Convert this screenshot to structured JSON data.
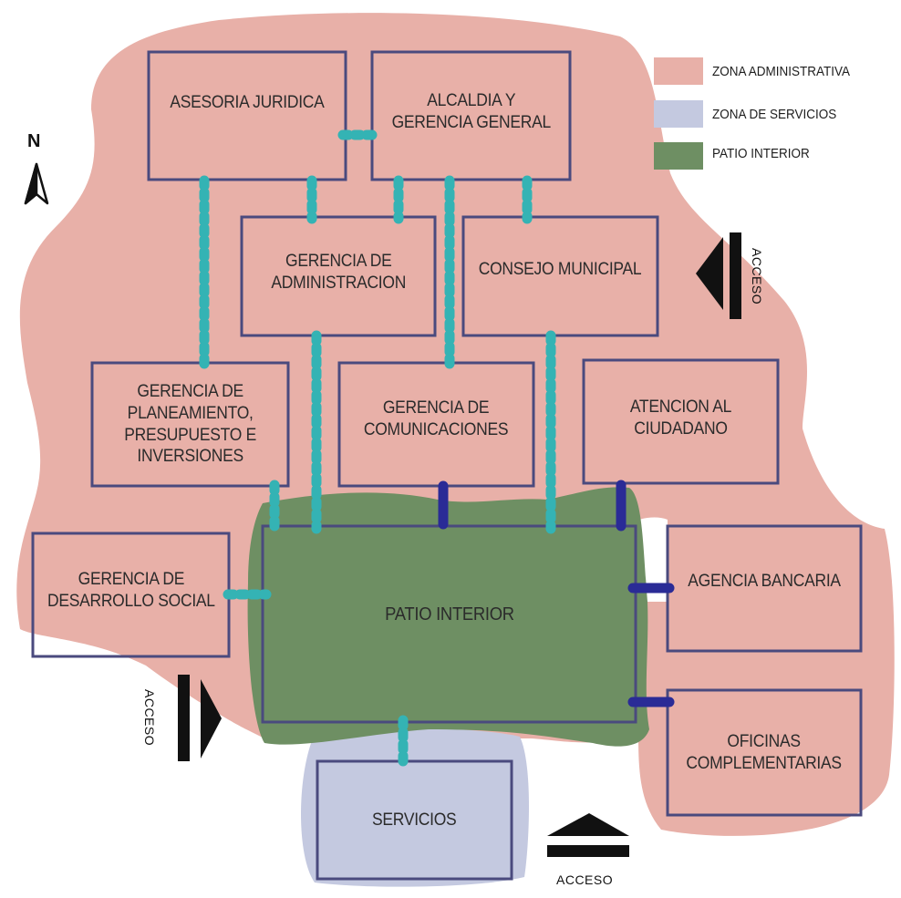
{
  "legend": [
    {
      "label": "ZONA ADMINISTRATIVA",
      "color": "#e8b0a8"
    },
    {
      "label": "ZONA DE SERVICIOS",
      "color": "#c4c9e0"
    },
    {
      "label": "PATIO INTERIOR",
      "color": "#6e8f63"
    }
  ],
  "north": "N",
  "rooms": [
    {
      "id": "asesoria",
      "label": "ASESORIA JURIDICA"
    },
    {
      "id": "alcaldia",
      "label": "ALCALDIA Y\nGERENCIA GENERAL"
    },
    {
      "id": "administracion",
      "label": "GERENCIA DE\nADMINISTRACION"
    },
    {
      "id": "consejo",
      "label": "CONSEJO MUNICIPAL"
    },
    {
      "id": "planeamiento",
      "label": "GERENCIA DE\nPLANEAMIENTO,\nPRESUPUESTO E\nINVERSIONES"
    },
    {
      "id": "comunicaciones",
      "label": "GERENCIA DE\nCOMUNICACIONES"
    },
    {
      "id": "atencion",
      "label": "ATENCION AL\nCIUDADANO"
    },
    {
      "id": "desarrollo",
      "label": "GERENCIA DE\nDESARROLLO SOCIAL"
    },
    {
      "id": "bancaria",
      "label": "AGENCIA BANCARIA"
    },
    {
      "id": "oficinas",
      "label": "OFICINAS\nCOMPLEMENTARIAS"
    },
    {
      "id": "servicios",
      "label": "SERVICIOS"
    }
  ],
  "patio": {
    "label": "PATIO INTERIOR"
  },
  "accesses": [
    {
      "id": "east",
      "label": "ACCESO"
    },
    {
      "id": "west",
      "label": "ACCESO"
    },
    {
      "id": "south",
      "label": "ACCESO"
    }
  ],
  "colors": {
    "admin_zone": "#e8b0a8",
    "service_zone": "#c4c9e0",
    "patio": "#6e8f63",
    "box_border": "#4a4a7e",
    "teal_link": "#34b3b4",
    "navy_link": "#2a2b96"
  }
}
